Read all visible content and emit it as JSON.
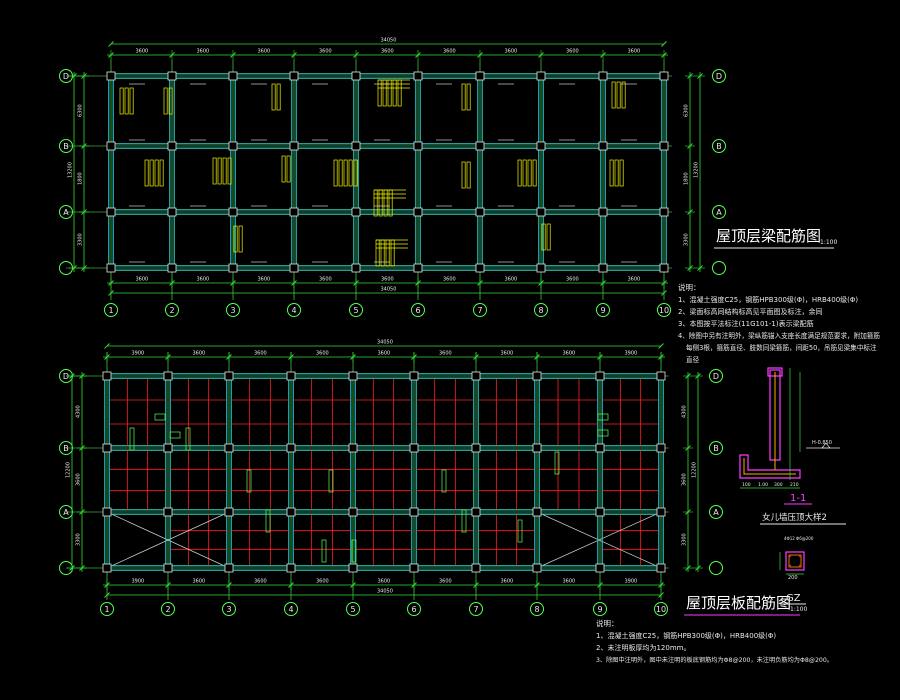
{
  "plan_top": {
    "title": "屋顶层梁配筋图",
    "scale": "1:100",
    "overall_dim": "34050",
    "column_axes": [
      "1",
      "2",
      "3",
      "4",
      "5",
      "6",
      "7",
      "8",
      "9",
      "10"
    ],
    "row_axes": [
      "D",
      "B",
      "A"
    ],
    "bay_dims": [
      "3600",
      "3600",
      "3600",
      "3600",
      "3600",
      "3600",
      "3600",
      "3600",
      "3600"
    ],
    "row_dims": [
      "6300",
      "1800",
      "3300"
    ],
    "total_depth": "13200"
  },
  "plan_bottom": {
    "title": "屋顶层板配筋图",
    "scale": "1:100",
    "overall_dim": "34050",
    "column_axes": [
      "1",
      "2",
      "3",
      "4",
      "5",
      "6",
      "7",
      "8",
      "9",
      "10"
    ],
    "row_axes": [
      "D",
      "B",
      "A"
    ],
    "bay_dims": [
      "3900",
      "3600",
      "3600",
      "3600",
      "3600",
      "3600",
      "3600",
      "3600",
      "3900"
    ],
    "row_dims": [
      "4300",
      "3600",
      "3300"
    ],
    "total_depth": "12200"
  },
  "notes_top": {
    "heading": "说明：",
    "lines": [
      "1、混凝土强度C25，钢筋HPB300级(Φ)，HRB400级(Φ)",
      "2、梁面标高同结构标高见平面图及标注，余同",
      "3、本图按平法标注(11G101-1)表示梁配筋",
      "4、除图中另有注明外，梁纵筋锚入支座长度满足规范要求，附加箍筋",
      "每侧3根，箍筋直径、肢数同梁箍筋，间距50，吊筋见梁集中标注",
      "直径"
    ]
  },
  "notes_bottom": {
    "heading": "说明：",
    "lines": [
      "1、混凝土强度C25，钢筋HPB300级(Φ)，HRB400级(Φ)",
      "2、未注明板厚均为120mm。",
      "3、除图中注明外，图中未注明的板底钢筋均为Φ8@200，未注明负筋均为Φ8@200。"
    ]
  },
  "section_1_1": {
    "label": "1-1",
    "caption": "女儿墙压顶大样2",
    "elevation": "H-0.850",
    "dims": [
      "100",
      "1.00",
      "300",
      "210"
    ]
  },
  "column_gz": {
    "label": "GZ",
    "size": "200",
    "note": "4Φ12  Φ6@200"
  },
  "colors": {
    "background": "#000000",
    "beam": "#2fd0d0",
    "axis_line": "#55ff55",
    "rebar": "#ff2020",
    "annotation": "#f2f200",
    "dimension": "#33dd33",
    "section_highlight": "#ff3cff",
    "text": "#e8e8e8"
  }
}
